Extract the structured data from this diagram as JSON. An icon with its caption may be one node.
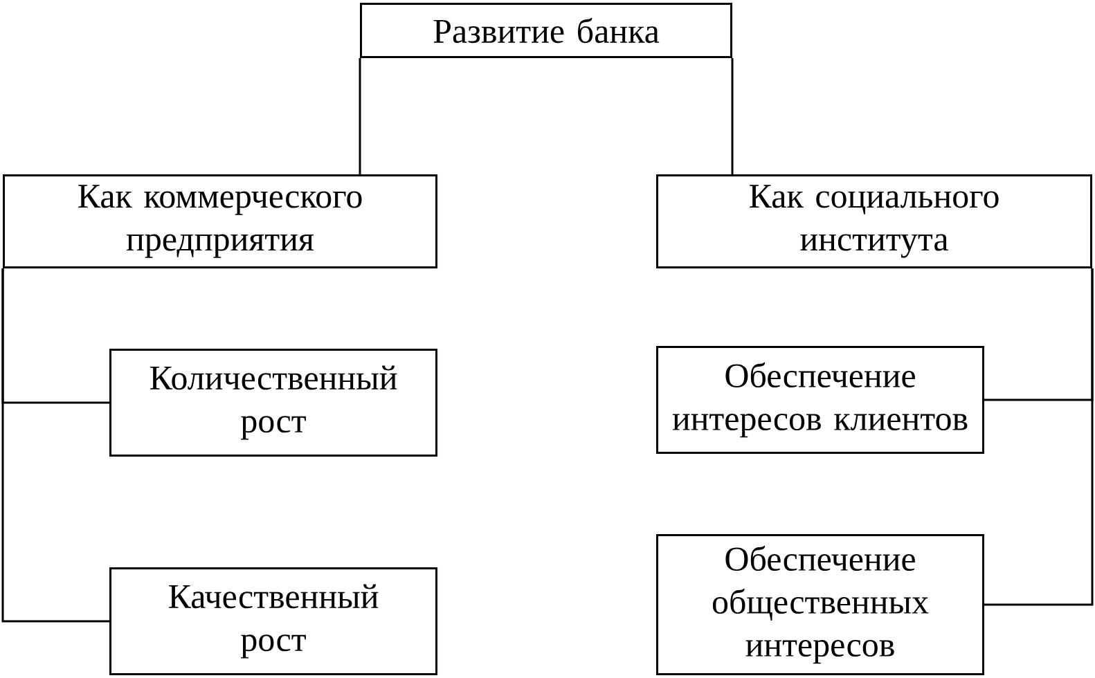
{
  "diagram": {
    "nodes": [
      {
        "text": [
          "Развитие банка"
        ]
      },
      {
        "text": [
          "Как коммерческого предприятия"
        ]
      },
      {
        "text": [
          "Как социального института"
        ]
      },
      {
        "text": [
          "Количественный рост"
        ]
      },
      {
        "text": [
          "Качественный рост"
        ]
      },
      {
        "text": [
          "Обеспечение интересов клиентов"
        ]
      },
      {
        "text": [
          "Обеспечение общественных интересов"
        ]
      }
    ],
    "edges": [
      {
        "from": 0,
        "to": 1,
        "arrow": "none"
      },
      {
        "from": 0,
        "to": 2,
        "arrow": "none"
      },
      {
        "from": 1,
        "to": 3,
        "arrow": "none"
      },
      {
        "from": 1,
        "to": 4,
        "arrow": "none"
      },
      {
        "from": 2,
        "to": 5,
        "arrow": "none"
      },
      {
        "from": 2,
        "to": 6,
        "arrow": "none"
      }
    ]
  }
}
